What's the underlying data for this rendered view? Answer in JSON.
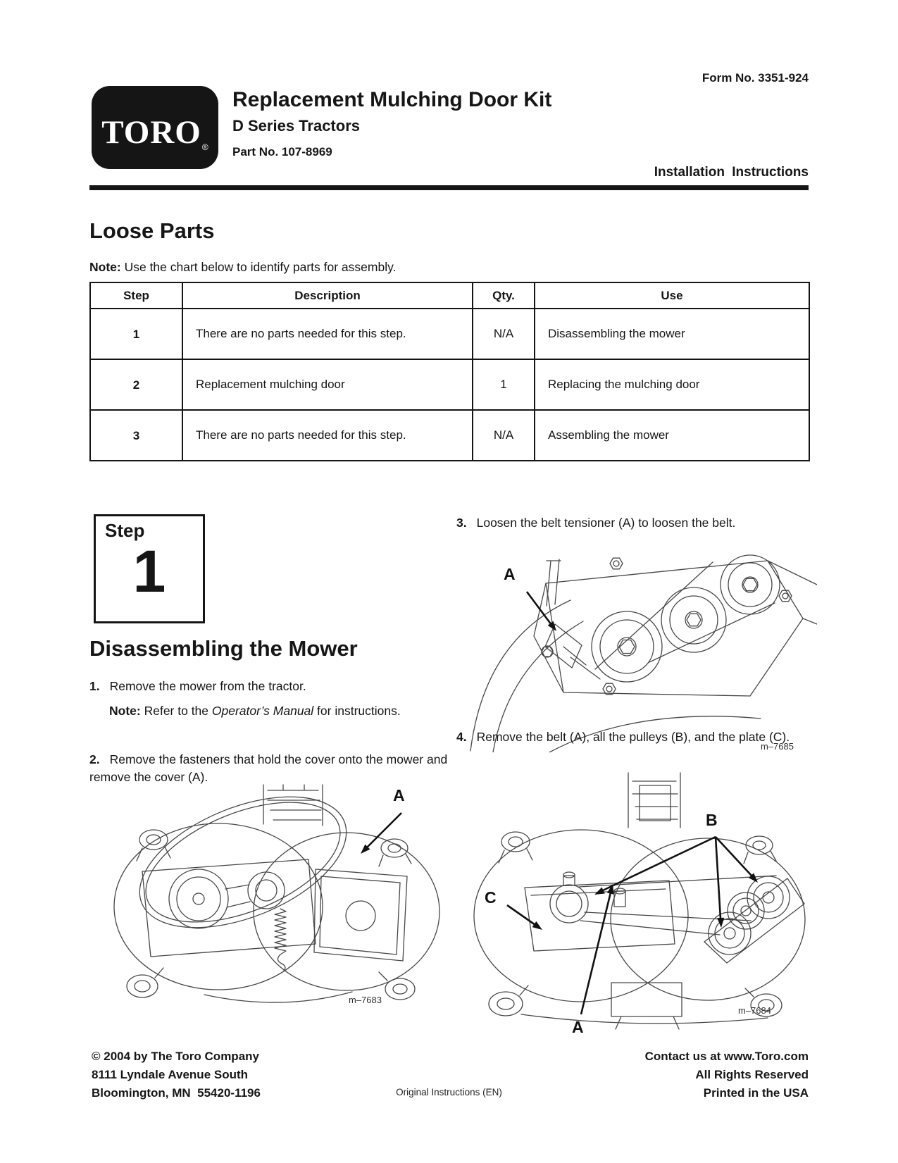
{
  "header": {
    "form_no": "Form No. 3351-924",
    "logo_text": "TORO",
    "logo_reg": "®",
    "title": "Replacement Mulching Door Kit",
    "subtitle": "D Series Tractors",
    "part_no": "Part No. 107-8969",
    "doc_type": "Installation Instructions"
  },
  "loose_parts": {
    "heading": "Loose Parts",
    "note_label": "Note:",
    "note_text": " Use the chart below to identify parts for assembly.",
    "table": {
      "headers": [
        "Step",
        "Description",
        "Qty.",
        "Use"
      ],
      "rows": [
        {
          "step": "1",
          "description": "There are no parts needed for this step.",
          "qty": "N/A",
          "use": "Disassembling the mower"
        },
        {
          "step": "2",
          "description": "Replacement mulching door",
          "qty": "1",
          "use": "Replacing the mulching door"
        },
        {
          "step": "3",
          "description": "There are no parts needed for this step.",
          "qty": "N/A",
          "use": "Assembling the mower"
        }
      ]
    }
  },
  "step_box": {
    "label": "Step",
    "number": "1"
  },
  "section": {
    "heading": "Disassembling the Mower",
    "item1_num": "1.",
    "item1_text": "Remove the mower from the tractor.",
    "note_label": "Note:",
    "note_pre": " Refer to the ",
    "note_italic": "Operator’s Manual",
    "note_post": " for instructions.",
    "item2_num": "2.",
    "item2_text": "Remove the fasteners that hold the cover onto the mower and remove the cover (A).",
    "item3_num": "3.",
    "item3_text": "Loosen the belt tensioner (A) to loosen the belt.",
    "item4_num": "4.",
    "item4_text": "Remove the belt (A), all the pulleys (B), and the plate (C)."
  },
  "figures": {
    "fig1": {
      "caption": "m–7683",
      "label_a": "A"
    },
    "fig2": {
      "caption": "m–7685",
      "label_a": "A"
    },
    "fig3": {
      "caption": "m–7684",
      "label_a": "A",
      "label_b": "B",
      "label_c": "C"
    }
  },
  "footer": {
    "left": [
      "© 2004 by The Toro Company",
      "8111 Lyndale Avenue South",
      "Bloomington, MN  55420-1196"
    ],
    "center": "Original Instructions (EN)",
    "right": [
      "Contact us at www.Toro.com",
      "All Rights Reserved",
      "Printed in the USA"
    ]
  }
}
